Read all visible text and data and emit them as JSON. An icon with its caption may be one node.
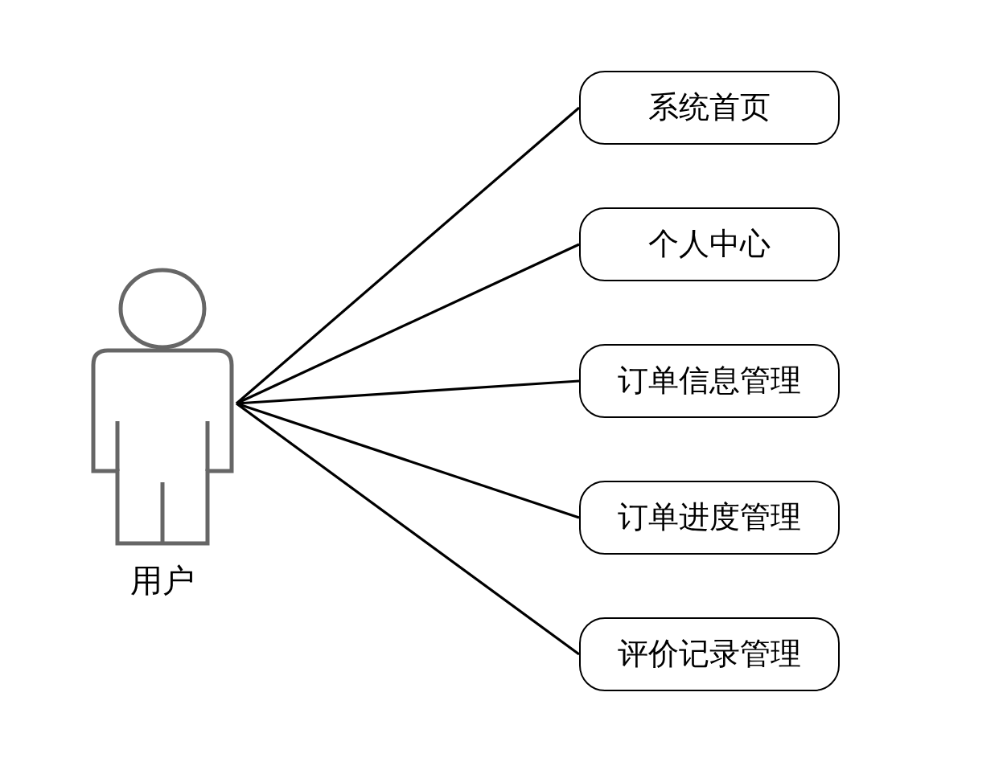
{
  "diagram": {
    "nodes": [
      {
        "text": [
          "用户"
        ]
      },
      {
        "text": [
          "系统首页"
        ]
      },
      {
        "text": [
          "个人中心"
        ]
      },
      {
        "text": [
          "订单信息管理"
        ]
      },
      {
        "text": [
          "订单进度管理"
        ]
      },
      {
        "text": [
          "评价记录管理"
        ]
      }
    ],
    "edges": [
      {
        "from": 0,
        "to": 1,
        "arrow": "none"
      },
      {
        "from": 0,
        "to": 2,
        "arrow": "none"
      },
      {
        "from": 0,
        "to": 3,
        "arrow": "none"
      },
      {
        "from": 0,
        "to": 4,
        "arrow": "none"
      },
      {
        "from": 0,
        "to": 5,
        "arrow": "none"
      }
    ]
  }
}
